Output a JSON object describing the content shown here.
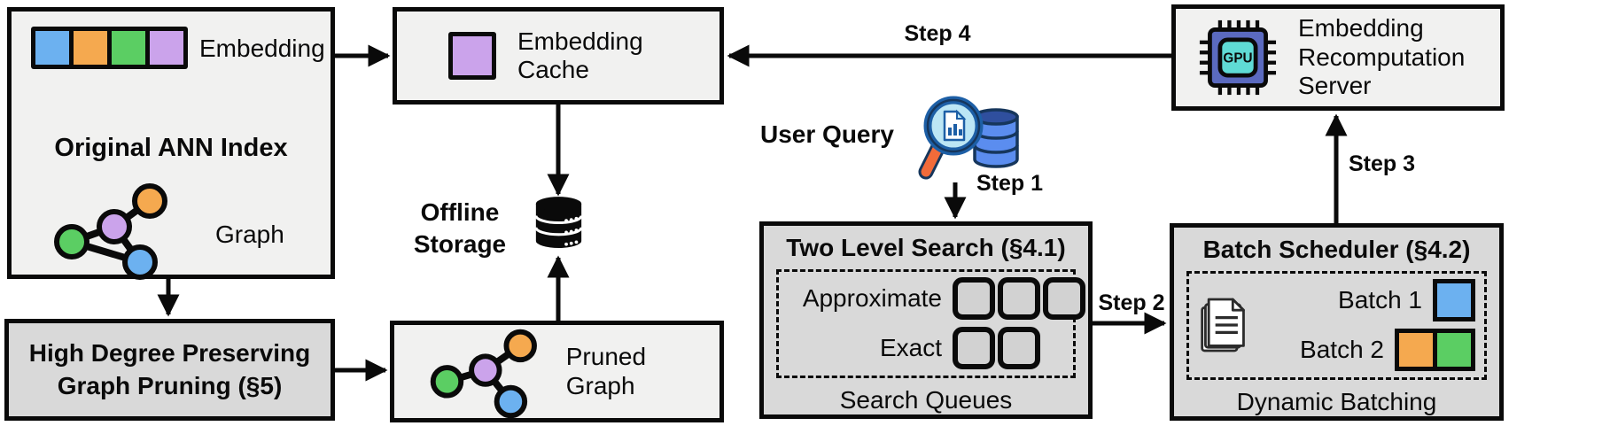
{
  "palette": {
    "blue": "#6CB1F0",
    "orange": "#F5A94F",
    "green": "#5BCE63",
    "purple": "#CBA3EB",
    "box_light": "#F1F1F0",
    "box_dark": "#D9D9D9",
    "queue_fill": "#D2D2D2",
    "gpu_chip": "#5B6ABF",
    "gpu_core": "#5FDBD5",
    "query_ring": "#1D5FA6",
    "query_lens": "#BCE6F5",
    "query_handle": "#F26B3A",
    "query_db": "#5B8DEF",
    "query_db_dark": "#2F4F9E"
  },
  "icons": {
    "offline_storage": "database-icon",
    "user_query": "magnifier-database-icon",
    "batch_scheduler": "documents-icon",
    "recomputation_server": "gpu-chip-icon"
  },
  "ann_index": {
    "title": "Original ANN Index",
    "embedding_label": "Embedding",
    "graph_label": "Graph",
    "embedding_cells": [
      "blue",
      "orange",
      "green",
      "purple"
    ]
  },
  "pruning": {
    "title": "High Degree Preserving Graph Pruning (§5)"
  },
  "embedding_cache": {
    "label": "Embedding Cache"
  },
  "offline_storage": {
    "label": "Offline Storage"
  },
  "pruned_graph": {
    "label": "Pruned Graph"
  },
  "user_query": {
    "label": "User Query"
  },
  "steps": {
    "step1": "Step 1",
    "step2": "Step 2",
    "step3": "Step 3",
    "step4": "Step 4"
  },
  "two_level_search": {
    "title": "Two Level Search (§4.1)",
    "rows": [
      {
        "label": "Approximate",
        "queue_count": 3
      },
      {
        "label": "Exact",
        "queue_count": 2
      }
    ],
    "caption": "Search Queues"
  },
  "batch_scheduler": {
    "title": "Batch Scheduler (§4.2)",
    "batches": [
      {
        "label": "Batch 1",
        "cells": [
          "blue"
        ]
      },
      {
        "label": "Batch 2",
        "cells": [
          "orange",
          "green"
        ]
      }
    ],
    "caption": "Dynamic Batching"
  },
  "recomputation_server": {
    "label": "Embedding Recomputation Server",
    "gpu_label": "GPU"
  }
}
